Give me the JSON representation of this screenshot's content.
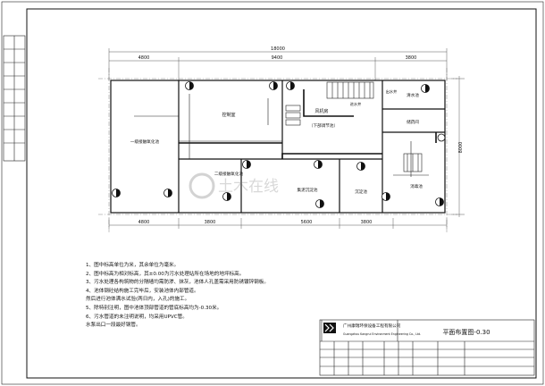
{
  "drawing_title": "平面布置图-0.30",
  "company": {
    "name_cn": "广州康瑞环保设备工程有限公司",
    "name_en": "Guangzhou Kangrui Environment Engineering Co., Ltd."
  },
  "watermark": "土木在线",
  "rooms": {
    "control_room": "控制室",
    "fan_room": "风机房",
    "fan_room_sub": "（下部调节池）",
    "primary_contact": "一级接触氧化池",
    "secondary_contact": "二级接触氧化池",
    "sludge_tank": "集泥沉淀池",
    "secondary_settling": "沉淀池",
    "clear_well": "清水池",
    "outlet_well": "出水井",
    "disinfection": "消毒池",
    "inlet_well": "进水井",
    "storage": "储药间"
  },
  "dimensions": {
    "total": "18000",
    "top_left": "4800",
    "top_mid": "9400",
    "top_right": "3800",
    "bottom_left": "4800",
    "bottom_mid1": "3800",
    "bottom_mid2": "5600",
    "bottom_right": "3800",
    "height": "8000"
  },
  "notes": [
    "1、图中标高单位为米，其余单位为毫米。",
    "2、图中标高为相对标高，其±0.00为污水处理站所在场地的地坪标高。",
    "3、污水处理各构筑物的分隔墙均需防渗、抹灰，池体人孔盖需采用防锈镀锌钢板。",
    "4、池体钢砼结构施工完毕后，安装池体内部管道。",
    "   然后进行池体满水试验(两日内，入孔)的施工。",
    "5、除特别注明，图中池体顶部管道的管底标高均为-0.30米。",
    "6、污水管道的未注明说明，均采用UPVC管。",
    "   水泵出口一段最好钢管。"
  ],
  "title_block": {
    "project": "",
    "rows": [
      "",
      "",
      "",
      ""
    ]
  }
}
